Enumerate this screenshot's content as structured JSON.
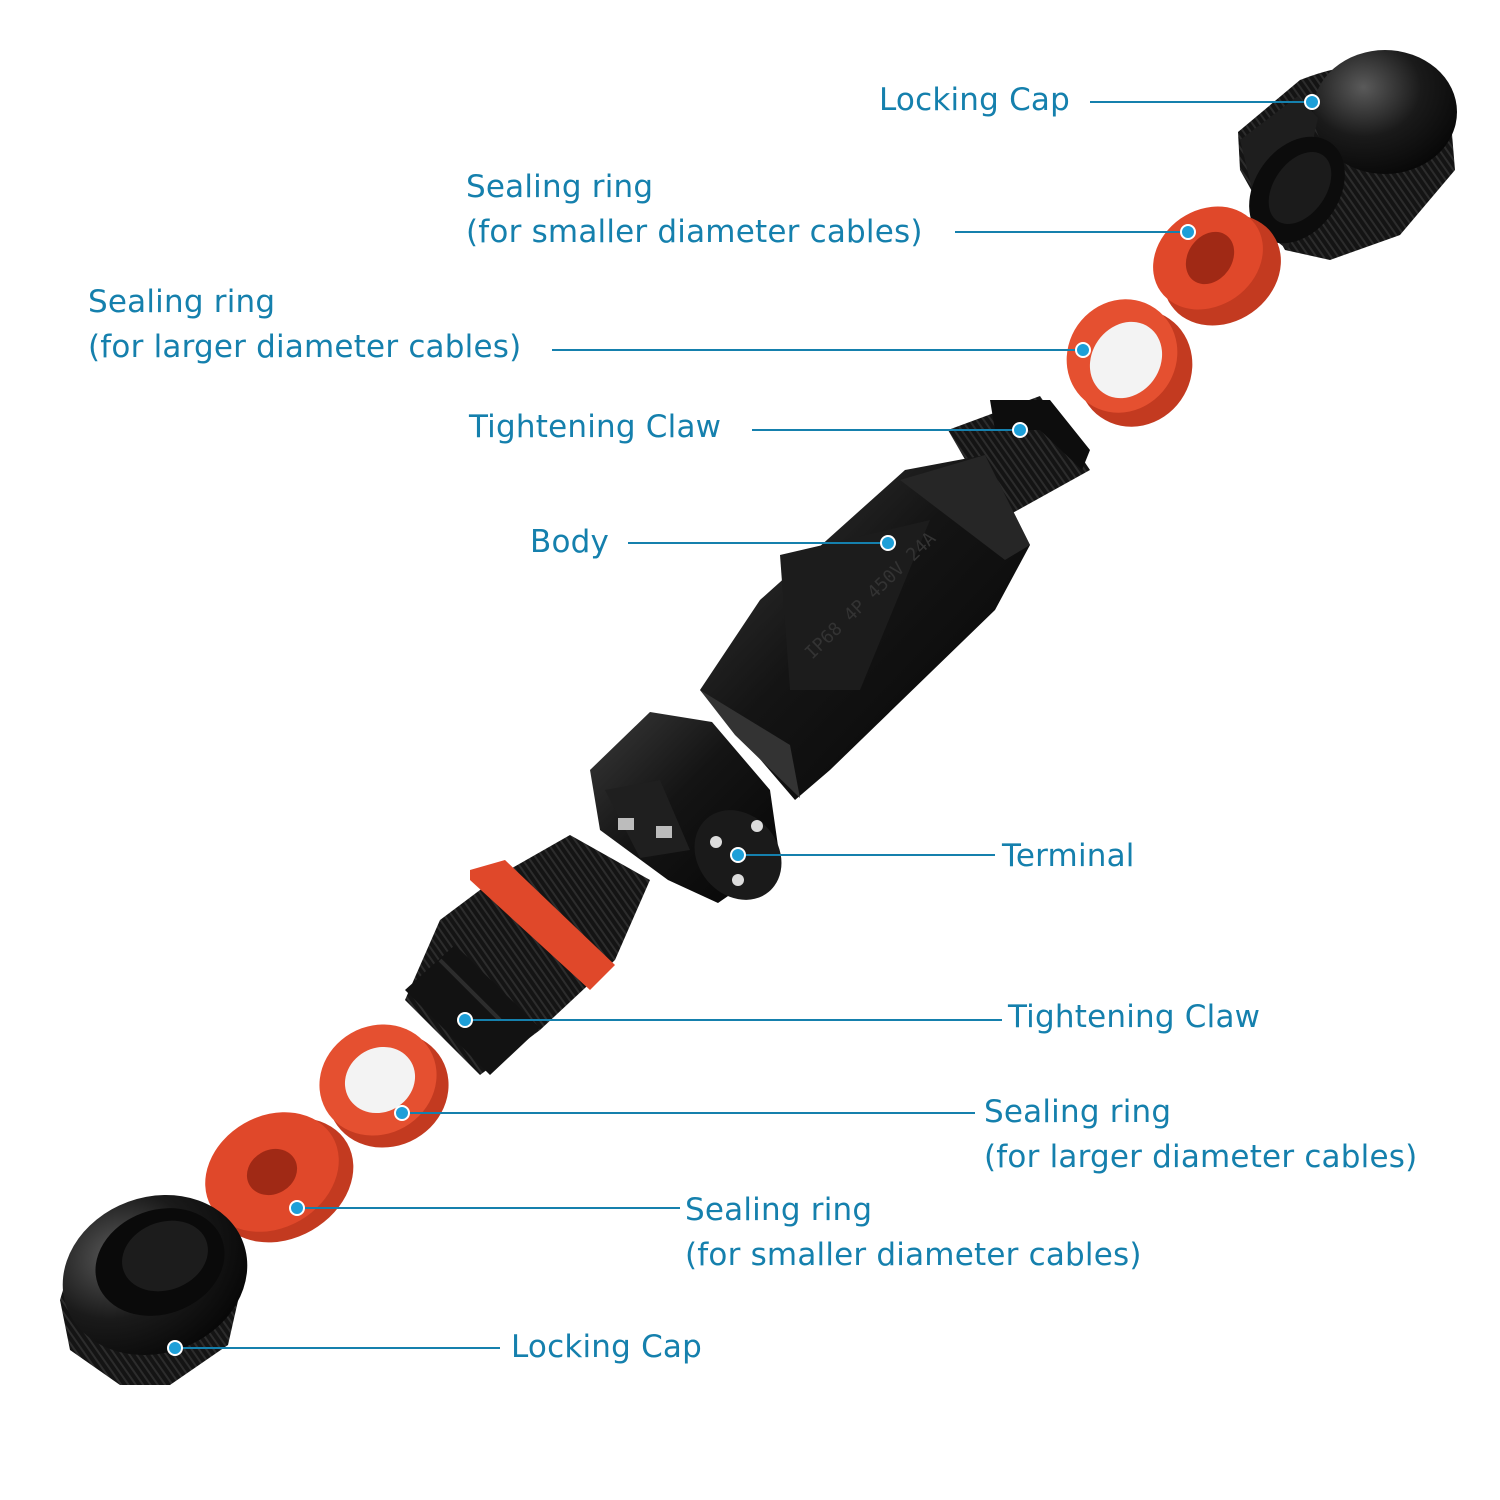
{
  "colors": {
    "label_text": "#1580ad",
    "leader_line": "#1580ad",
    "marker": "#1d9fd8",
    "plastic_black": "#111111",
    "rubber_orange": "#e0482a"
  },
  "labels": {
    "locking_cap_top": "Locking Cap",
    "sealing_small_top": [
      "Sealing ring",
      "(for smaller diameter cables)"
    ],
    "sealing_large_top": [
      "Sealing ring",
      "(for larger diameter cables)"
    ],
    "tightening_claw_top": "Tightening Claw",
    "body": "Body",
    "terminal": "Terminal",
    "tightening_claw_bottom": "Tightening Claw",
    "sealing_large_bottom": [
      "Sealing ring",
      "(for larger diameter cables)"
    ],
    "sealing_small_bottom": [
      "Sealing ring",
      "(for smaller diameter cables)"
    ],
    "locking_cap_bottom": "Locking Cap"
  }
}
